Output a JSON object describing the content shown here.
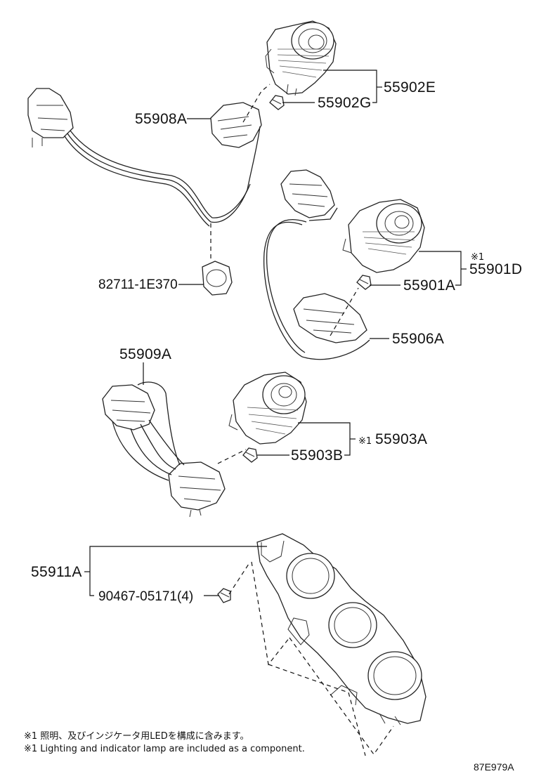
{
  "labels": {
    "p55902E": "55902E",
    "p55902G": "55902G",
    "p55908A": "55908A",
    "p82711": "82711-1E370",
    "p55901D": "55901D",
    "p55901D_mark": "※1",
    "p55901A": "55901A",
    "p55906A": "55906A",
    "p55909A": "55909A",
    "p55903A": "55903A",
    "p55903A_mark": "※1",
    "p55903B": "55903B",
    "p55911A": "55911A",
    "p90467": "90467-05171(4)"
  },
  "notes": {
    "jp": "※1 照明、及びインジケータ用LEDを構成に含みます。",
    "en": "※1 Lighting and indicator lamp are included as a component."
  },
  "diagram_code": "87E979A"
}
